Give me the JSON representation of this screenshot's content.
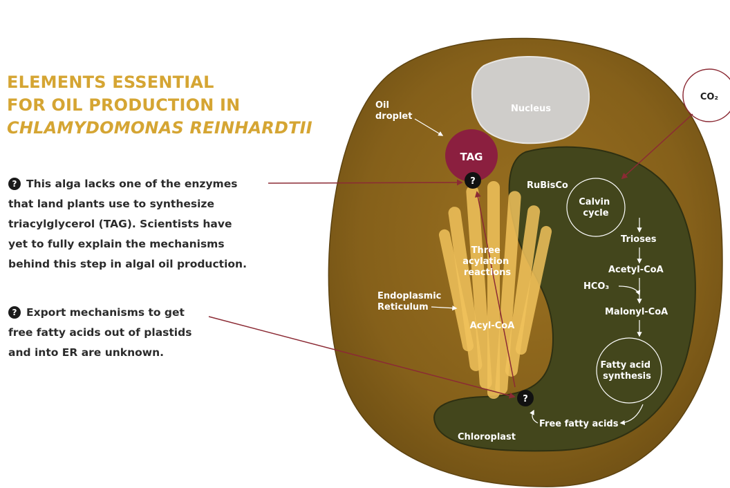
{
  "title": {
    "line1": "ELEMENTS ESSENTIAL",
    "line2": "FOR OIL PRODUCTION IN",
    "line3": "CHLAMYDOMONAS REINHARDTII"
  },
  "notes": [
    {
      "marker": "?",
      "lines": [
        "This alga lacks one of the enzymes",
        "that land plants use to synthesize",
        "triacylglycerol (TAG). Scientists have",
        "yet to fully explain the mechanisms",
        "behind this step in algal oil production."
      ]
    },
    {
      "marker": "?",
      "lines": [
        "Export mechanisms to get",
        "free fatty acids out of plastids",
        "and into ER are unknown."
      ]
    }
  ],
  "diagram": {
    "nucleus": "Nucleus",
    "oil_droplet": [
      "Oil",
      "droplet"
    ],
    "tag": "TAG",
    "co2": "CO₂",
    "rubisco": "RuBisCo",
    "calvin_cycle": [
      "Calvin",
      "cycle"
    ],
    "trioses": "Trioses",
    "acetyl_coa": "Acetyl-CoA",
    "hco3": "HCO₃",
    "malonyl_coa": "Malonyl-CoA",
    "fatty_acid_synthesis": [
      "Fatty acid",
      "synthesis"
    ],
    "free_fatty_acids": "Free fatty acids",
    "chloroplast": "Chloroplast",
    "er": [
      "Endoplasmic",
      "Reticulum"
    ],
    "three_acylation": [
      "Three",
      "acylation",
      "reactions"
    ],
    "acyl_coa": "Acyl-CoA",
    "question_mark": "?"
  },
  "colors": {
    "title": "#d5a533",
    "cell": "#8a6318",
    "chloroplast": "#43461c",
    "tag": "#8b1f3f",
    "er": "#f0c25c",
    "pointer_line": "#8b2a34"
  }
}
